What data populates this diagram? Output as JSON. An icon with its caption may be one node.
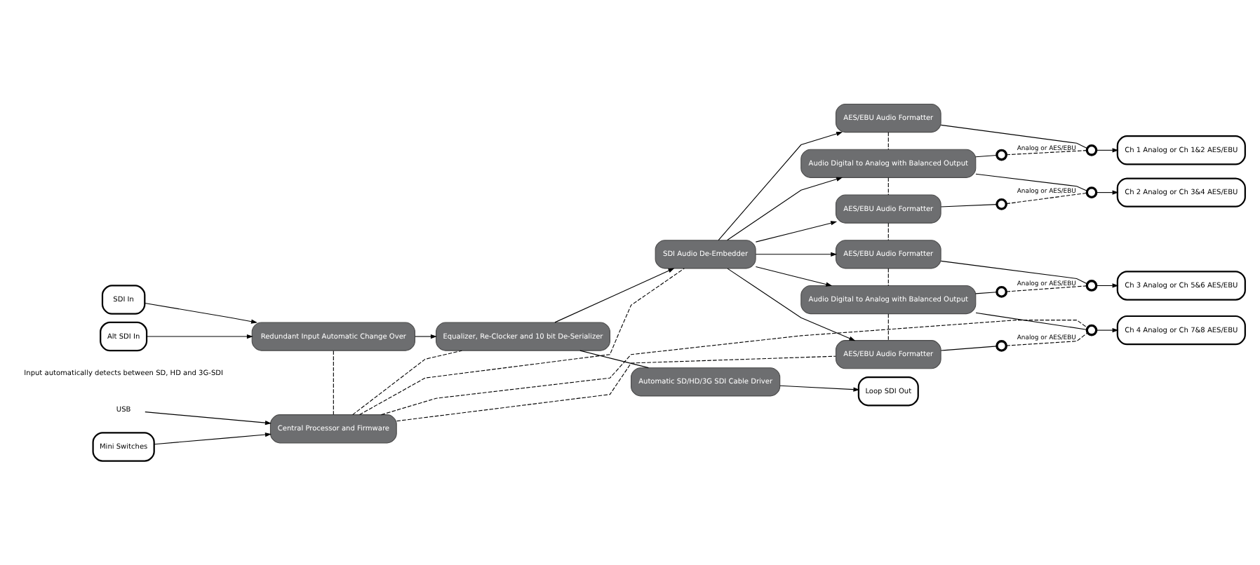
{
  "diagram": {
    "nodes": [
      {
        "text": [
          "SDI In"
        ]
      },
      {
        "text": [
          "Alt SDI In"
        ]
      },
      {
        "text": [
          "USB"
        ]
      },
      {
        "text": [
          "Redundant Input Automatic Change Over"
        ]
      },
      {
        "text": [
          "Equalizer, Re-Clocker and 10 bit De-Serializer"
        ]
      },
      {
        "text": [
          "SDI Audio De-Embedder"
        ]
      },
      {
        "text": [
          "Central Processor and Firmware"
        ]
      },
      {
        "text": [
          "Mini Switches"
        ]
      },
      {
        "text": [
          "Automatic SD/HD/3G SDI Cable Driver"
        ]
      },
      {
        "text": [
          "Loop SDI Out"
        ]
      },
      {
        "text": [
          "AES/EBU Audio Formatter"
        ]
      },
      {
        "text": [
          "Audio Digital to Analog with Balanced Output"
        ]
      },
      {
        "text": [
          "AES/EBU Audio Formatter"
        ]
      },
      {
        "text": [
          "AES/EBU Audio Formatter"
        ]
      },
      {
        "text": [
          "Audio Digital to Analog with Balanced Output"
        ]
      },
      {
        "text": [
          "AES/EBU Audio Formatter"
        ]
      },
      {
        "text": [],
        "shape": "circle"
      },
      {
        "text": [],
        "shape": "circle"
      },
      {
        "text": [
          "Ch 1 Analog or Ch 1&2 AES/EBU"
        ]
      },
      {
        "text": [],
        "shape": "circle"
      },
      {
        "text": [],
        "shape": "circle"
      },
      {
        "text": [
          "Ch 2 Analog or Ch 3&4 AES/EBU"
        ]
      },
      {
        "text": [],
        "shape": "circle"
      },
      {
        "text": [],
        "shape": "circle"
      },
      {
        "text": [
          "Ch 3 Analog or Ch 5&6 AES/EBU"
        ]
      },
      {
        "text": [],
        "shape": "circle"
      },
      {
        "text": [],
        "shape": "circle"
      },
      {
        "text": [
          "Ch 4 Analog or Ch 7&8 AES/EBU"
        ]
      }
    ],
    "edges": [
      {
        "from": 0,
        "to": 3,
        "arrow": "to"
      },
      {
        "from": 1,
        "to": 3,
        "arrow": "to"
      },
      {
        "from": 2,
        "to": 6,
        "arrow": "to"
      },
      {
        "from": 3,
        "to": 4,
        "arrow": "to"
      },
      {
        "from": 4,
        "to": 5,
        "arrow": "to"
      },
      {
        "from": 4,
        "to": 8,
        "arrow": "none"
      },
      {
        "from": 8,
        "to": 9,
        "arrow": "to"
      },
      {
        "from": 7,
        "to": 6,
        "arrow": "to"
      },
      {
        "from": 3,
        "to": 6,
        "arrow": "none",
        "style": "dashed"
      },
      {
        "from": 6,
        "to": 4,
        "arrow": "none",
        "style": "dashed"
      },
      {
        "from": 6,
        "to": 5,
        "arrow": "none",
        "style": "dashed"
      },
      {
        "from": 6,
        "to": 15,
        "arrow": "none",
        "style": "dashed"
      },
      {
        "from": 6,
        "to": 26,
        "arrow": "none",
        "style": "dashed"
      },
      {
        "from": 5,
        "to": 10,
        "arrow": "to"
      },
      {
        "from": 5,
        "to": 11,
        "arrow": "to"
      },
      {
        "from": 5,
        "to": 12,
        "arrow": "to"
      },
      {
        "from": 5,
        "to": 13,
        "arrow": "to"
      },
      {
        "from": 5,
        "to": 14,
        "arrow": "to"
      },
      {
        "from": 5,
        "to": 15,
        "arrow": "to"
      },
      {
        "from": 10,
        "to": 11,
        "arrow": "none",
        "style": "dashed"
      },
      {
        "from": 11,
        "to": 12,
        "arrow": "none",
        "style": "dashed"
      },
      {
        "from": 12,
        "to": 13,
        "arrow": "none",
        "style": "dashed"
      },
      {
        "from": 13,
        "to": 14,
        "arrow": "none",
        "style": "dashed"
      },
      {
        "from": 14,
        "to": 15,
        "arrow": "none",
        "style": "dashed"
      },
      {
        "from": 11,
        "to": 16,
        "arrow": "none"
      },
      {
        "from": 10,
        "to": 17,
        "arrow": "none"
      },
      {
        "from": 16,
        "to": 17,
        "arrow": "none",
        "style": "dashed",
        "label": "Analog or AES/EBU"
      },
      {
        "from": 17,
        "to": 18,
        "arrow": "to"
      },
      {
        "from": 12,
        "to": 19,
        "arrow": "none"
      },
      {
        "from": 11,
        "to": 20,
        "arrow": "none"
      },
      {
        "from": 19,
        "to": 20,
        "arrow": "none",
        "style": "dashed",
        "label": "Analog or AES/EBU"
      },
      {
        "from": 20,
        "to": 21,
        "arrow": "to"
      },
      {
        "from": 14,
        "to": 22,
        "arrow": "none"
      },
      {
        "from": 13,
        "to": 23,
        "arrow": "none"
      },
      {
        "from": 22,
        "to": 23,
        "arrow": "none",
        "style": "dashed",
        "label": "Analog or AES/EBU"
      },
      {
        "from": 23,
        "to": 24,
        "arrow": "to"
      },
      {
        "from": 15,
        "to": 25,
        "arrow": "none"
      },
      {
        "from": 14,
        "to": 26,
        "arrow": "none"
      },
      {
        "from": 25,
        "to": 26,
        "arrow": "none",
        "style": "dashed",
        "label": "Analog or AES/EBU"
      },
      {
        "from": 26,
        "to": 27,
        "arrow": "to"
      }
    ],
    "labels": [
      "Input automatically detects between SD, HD and 3G-SDI"
    ]
  }
}
